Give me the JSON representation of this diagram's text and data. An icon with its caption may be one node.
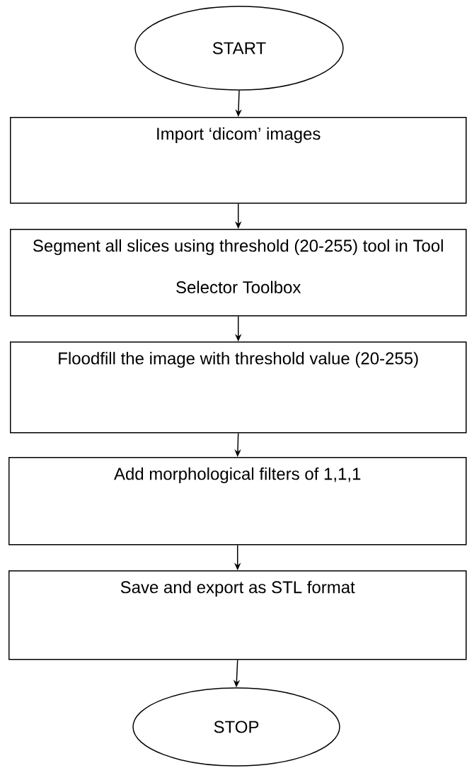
{
  "diagram": {
    "nodes": [
      {
        "text": [
          "START"
        ]
      },
      {
        "text": [
          "Import ‘dicom’ images"
        ]
      },
      {
        "text": [
          "Segment all slices using threshold (20-255) tool in Tool Selector Toolbox"
        ]
      },
      {
        "text": [
          "Floodfill the image with threshold value (20-255)"
        ]
      },
      {
        "text": [
          "Add morphological filters of 1,1,1"
        ]
      },
      {
        "text": [
          "Save and export as STL format"
        ]
      },
      {
        "text": [
          "STOP"
        ]
      }
    ],
    "edges": [
      {
        "from": 0,
        "to": 1,
        "arrow": "to"
      },
      {
        "from": 1,
        "to": 2,
        "arrow": "to"
      },
      {
        "from": 2,
        "to": 3,
        "arrow": "to"
      },
      {
        "from": 3,
        "to": 4,
        "arrow": "to"
      },
      {
        "from": 4,
        "to": 5,
        "arrow": "to"
      },
      {
        "from": 5,
        "to": 6,
        "arrow": "to"
      }
    ]
  }
}
